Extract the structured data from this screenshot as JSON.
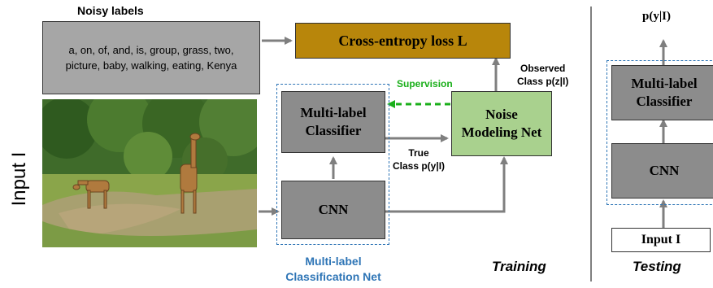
{
  "training": {
    "noisy_labels_title": "Noisy labels",
    "noisy_labels_text": "a, on, of, and, is, group, grass, two, picture, baby, walking, eating, Kenya",
    "input_label": "Input I",
    "loss_label": "Cross-entropy loss L",
    "supervision_label": "Supervision",
    "observed_label_line1": "Observed",
    "observed_label_line2": "Class p(z|I)",
    "multi_label_classifier": "Multi-label Classifier",
    "noise_modeling_net": "Noise Modeling Net",
    "true_class_line1": "True",
    "true_class_line2": "Class p(y|I)",
    "cnn": "CNN",
    "classification_net_line1": "Multi-label",
    "classification_net_line2": "Classification Net",
    "section_label": "Training"
  },
  "testing": {
    "output_label": "p(y|I)",
    "multi_label_classifier": "Multi-label Classifier",
    "cnn": "CNN",
    "input_label": "Input I",
    "section_label": "Testing"
  },
  "colors": {
    "loss_box": "#b8860b",
    "noise_box": "#a9d18e",
    "dashed_border": "#2e75b6",
    "supervision": "#1aaf1a",
    "arrow": "#7f7f7f"
  },
  "image": {
    "description_icon": "giraffe-photo"
  }
}
